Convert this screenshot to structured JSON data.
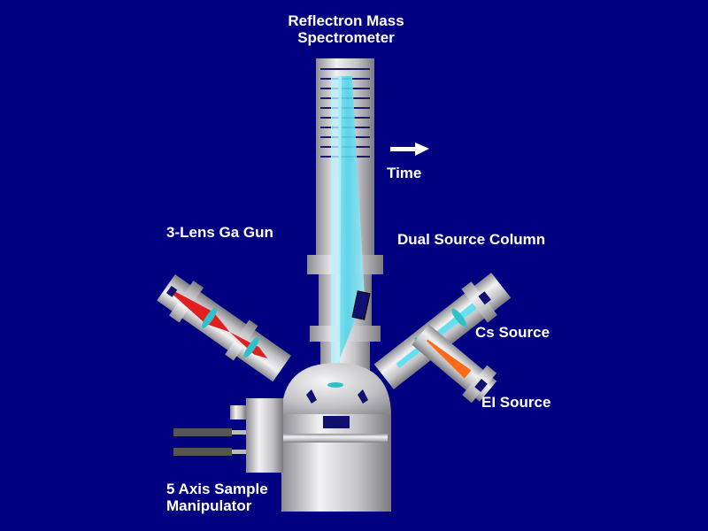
{
  "labels": {
    "reflectron_line1": "Reflectron Mass",
    "reflectron_line2": "Spectrometer",
    "time": "Time",
    "ga_gun": "3-Lens Ga Gun",
    "dual_source": "Dual Source Column",
    "cs_source": "Cs Source",
    "ei_source": "EI Source",
    "manipulator_line1": "5 Axis Sample",
    "manipulator_line2": "Manipulator"
  },
  "colors": {
    "background": "#000080",
    "metal": "#c8c8cc",
    "ion_beam": "#66e0f0",
    "ga_beam": "#e02020",
    "cs_beam": "#ff6a1a",
    "lens": "#30c0c8",
    "dark_part": "#101070",
    "text": "#ffffff"
  },
  "icons": {
    "time_arrow": "right-arrow-icon"
  }
}
